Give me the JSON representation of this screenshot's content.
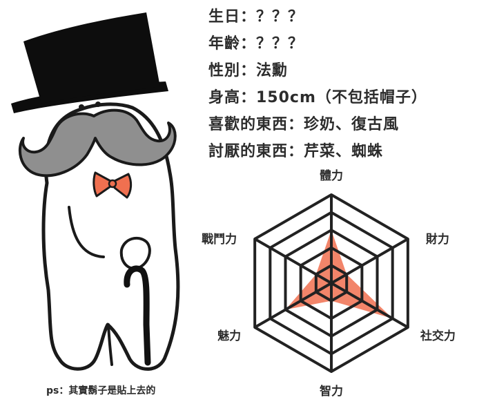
{
  "profile": {
    "birthday": "生日：？？？",
    "age": "年齡：？？？",
    "gender": "性別：法勳",
    "height": "身高：150cm（不包括帽子）",
    "likes": "喜歡的東西：珍奶、復古風",
    "dislikes": "討厭的東西：芹菜、蜘蛛"
  },
  "chart_data": {
    "type": "radar",
    "axes": [
      "體力",
      "財力",
      "社交力",
      "智力",
      "魅力",
      "戰鬥力"
    ],
    "levels": 5,
    "scale_max": 5,
    "values": [
      3,
      1,
      4,
      1,
      3,
      1
    ],
    "fill_color": "#f07050",
    "line_color": "#222222"
  },
  "footnote": "ps：其實鬍子是貼上去的",
  "colors": {
    "hat": "#0d0d0d",
    "mustache": "#8f8f8f",
    "bowtie": "#f07050",
    "cane": "#111111",
    "outline": "#1a1a1a"
  }
}
